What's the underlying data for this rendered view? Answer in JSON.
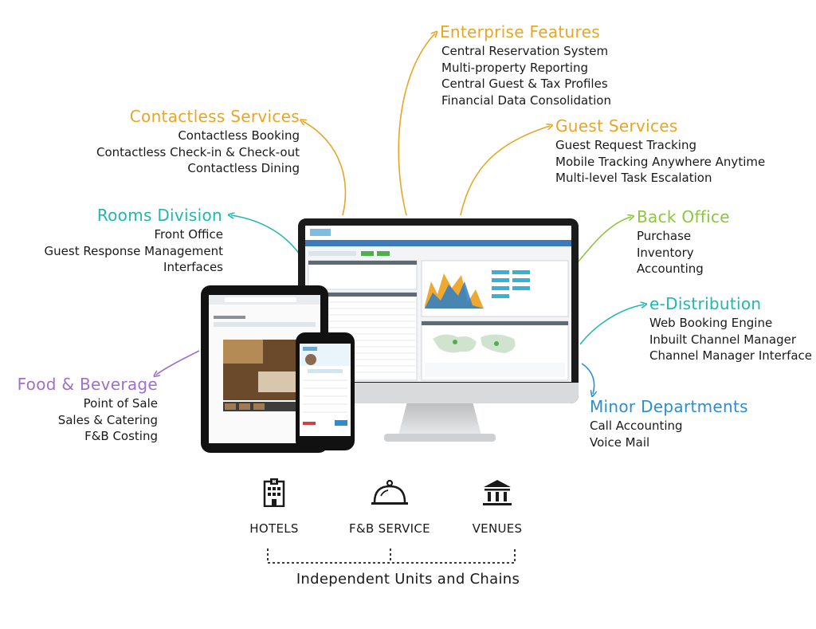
{
  "enterprise": {
    "title": "Enterprise Features",
    "items": [
      "Central Reservation System",
      "Multi-property Reporting",
      "Central Guest & Tax Profiles",
      "Financial Data Consolidation"
    ]
  },
  "contactless": {
    "title": "Contactless Services",
    "items": [
      "Contactless Booking",
      "Contactless Check-in & Check-out",
      "Contactless Dining"
    ]
  },
  "guest": {
    "title": "Guest Services",
    "items": [
      "Guest Request Tracking",
      "Mobile Tracking Anywhere Anytime",
      "Multi-level Task Escalation"
    ]
  },
  "rooms": {
    "title": "Rooms Division",
    "items": [
      "Front Office",
      "Guest Response Management",
      "Interfaces"
    ]
  },
  "backoffice": {
    "title": "Back Office",
    "items": [
      "Purchase",
      "Inventory",
      "Accounting"
    ]
  },
  "edistribution": {
    "title": "e-Distribution",
    "items": [
      "Web Booking Engine",
      "Inbuilt Channel Manager",
      "Channel Manager Interface"
    ]
  },
  "fnb": {
    "title": "Food & Beverage",
    "items": [
      "Point of Sale",
      "Sales & Catering",
      "F&B Costing"
    ]
  },
  "minor": {
    "title": "Minor Departments",
    "items": [
      "Call Accounting",
      "Voice Mail"
    ]
  },
  "units": {
    "hotels": "HOTELS",
    "fnb_service": "F&B SERVICE",
    "venues": "VENUES"
  },
  "caption": "Independent Units and Chains",
  "colors": {
    "orange": "#e7a623",
    "teal": "#20b7b0",
    "green": "#8cc63f",
    "purple": "#a070c8",
    "blue": "#2a8fd0"
  }
}
